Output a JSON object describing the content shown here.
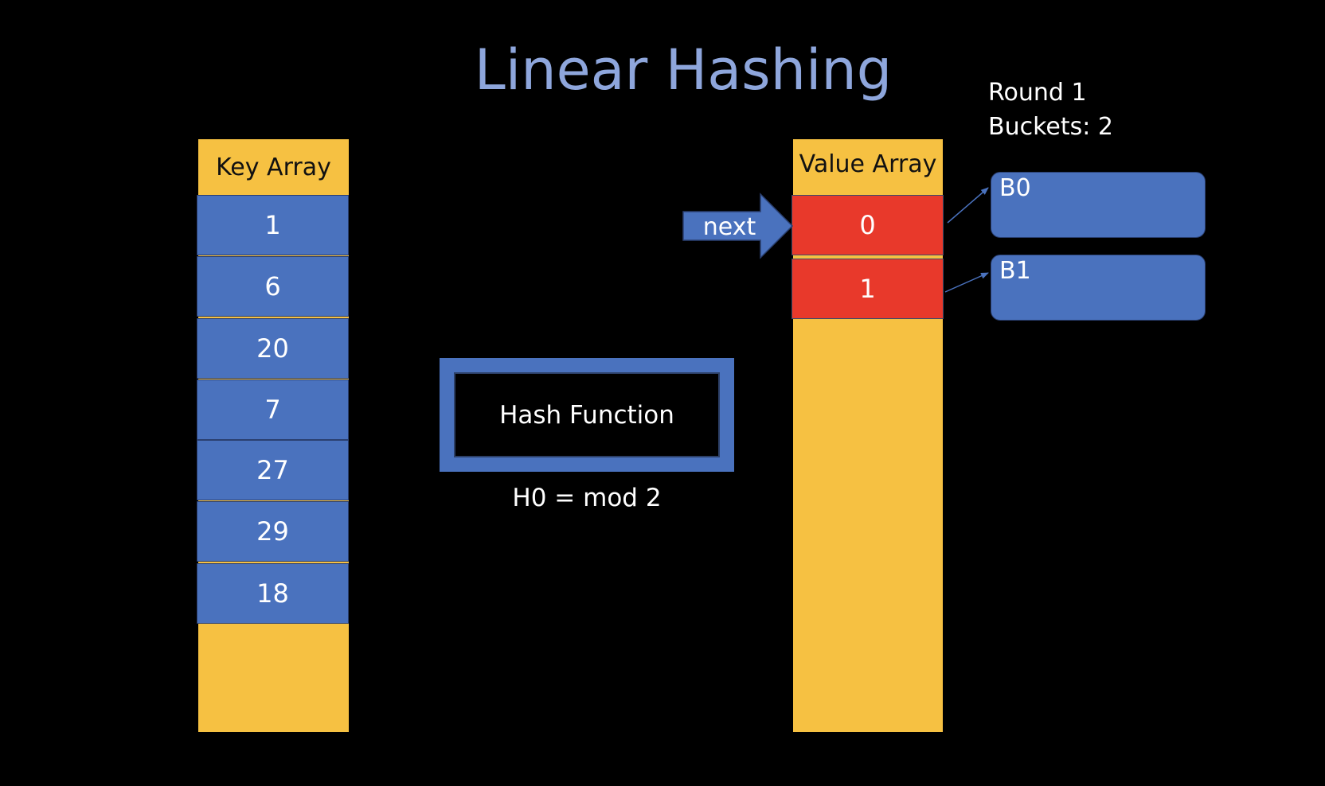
{
  "title": "Linear Hashing",
  "round_info": {
    "round": "Round 1",
    "buckets": "Buckets: 2"
  },
  "key_array": {
    "header": "Key Array",
    "values": [
      "1",
      "6",
      "20",
      "7",
      "27",
      "29",
      "18"
    ]
  },
  "value_array": {
    "header": "Value Array",
    "values": [
      "0",
      "1"
    ]
  },
  "next_pointer": {
    "label": "next"
  },
  "hash_function": {
    "label": "Hash Function",
    "formula": "H0 = mod 2"
  },
  "buckets": [
    {
      "label": "B0"
    },
    {
      "label": "B1"
    }
  ],
  "colors": {
    "background": "#000000",
    "array_fill": "#f6c142",
    "cell_blue": "#4a72be",
    "cell_red": "#e8392b",
    "title": "#8ea6dc"
  }
}
